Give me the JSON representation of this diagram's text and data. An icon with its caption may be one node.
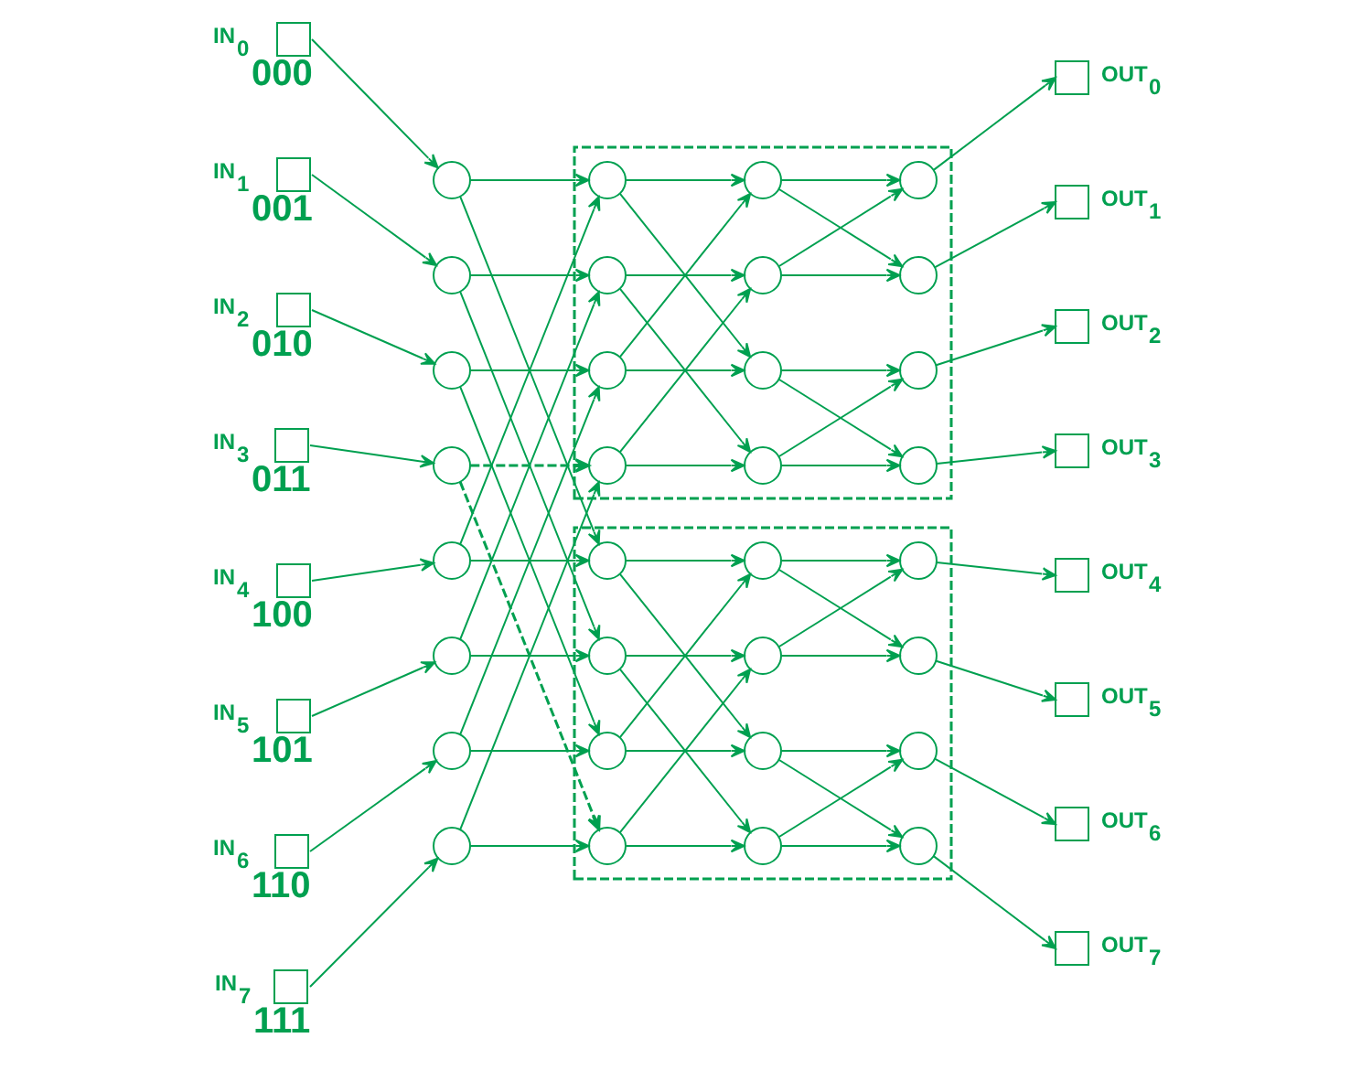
{
  "diagram": {
    "nodes": [
      {
        "text": [],
        "shape": "box",
        "beside": [
          "IN$_{0}$",
          "000"
        ]
      },
      {
        "text": [],
        "shape": "box",
        "beside": [
          "IN$_{1}$",
          "001"
        ]
      },
      {
        "text": [],
        "shape": "box",
        "beside": [
          "IN$_{2}$",
          "010"
        ]
      },
      {
        "text": [],
        "shape": "box",
        "beside": [
          "IN$_{3}$",
          "011"
        ]
      },
      {
        "text": [],
        "shape": "box",
        "beside": [
          "IN$_{4}$",
          "100"
        ]
      },
      {
        "text": [],
        "shape": "box",
        "beside": [
          "IN$_{5}$",
          "101"
        ]
      },
      {
        "text": [],
        "shape": "box",
        "beside": [
          "IN$_{6}$",
          "110"
        ]
      },
      {
        "text": [],
        "shape": "box",
        "beside": [
          "IN$_{7}$",
          "111"
        ]
      },
      {
        "text": [],
        "shape": "circle"
      },
      {
        "text": [],
        "shape": "circle"
      },
      {
        "text": [],
        "shape": "circle"
      },
      {
        "text": [],
        "shape": "circle"
      },
      {
        "text": [],
        "shape": "circle"
      },
      {
        "text": [],
        "shape": "circle"
      },
      {
        "text": [],
        "shape": "circle"
      },
      {
        "text": [],
        "shape": "circle"
      },
      {
        "text": [],
        "shape": "box"
      },
      {
        "text": [],
        "shape": "box"
      },
      {
        "text": [],
        "shape": "circle",
        "in": 16
      },
      {
        "text": [],
        "shape": "circle",
        "in": 16
      },
      {
        "text": [],
        "shape": "circle",
        "in": 16
      },
      {
        "text": [],
        "shape": "circle",
        "in": 16
      },
      {
        "text": [],
        "shape": "circle",
        "in": 17
      },
      {
        "text": [],
        "shape": "circle",
        "in": 17
      },
      {
        "text": [],
        "shape": "circle",
        "in": 17
      },
      {
        "text": [],
        "shape": "circle",
        "in": 17
      },
      {
        "text": [],
        "shape": "circle",
        "in": 16
      },
      {
        "text": [],
        "shape": "circle",
        "in": 16
      },
      {
        "text": [],
        "shape": "circle",
        "in": 16
      },
      {
        "text": [],
        "shape": "circle",
        "in": 16
      },
      {
        "text": [],
        "shape": "circle",
        "in": 17
      },
      {
        "text": [],
        "shape": "circle",
        "in": 17
      },
      {
        "text": [],
        "shape": "circle",
        "in": 17
      },
      {
        "text": [],
        "shape": "circle",
        "in": 17
      },
      {
        "text": [],
        "shape": "circle",
        "in": 16
      },
      {
        "text": [],
        "shape": "circle",
        "in": 16
      },
      {
        "text": [],
        "shape": "circle",
        "in": 16
      },
      {
        "text": [],
        "shape": "circle",
        "in": 16
      },
      {
        "text": [],
        "shape": "circle",
        "in": 17
      },
      {
        "text": [],
        "shape": "circle",
        "in": 17
      },
      {
        "text": [],
        "shape": "circle",
        "in": 17
      },
      {
        "text": [],
        "shape": "circle",
        "in": 17
      },
      {
        "text": [],
        "shape": "box",
        "beside": [
          "OUT$_{0}$"
        ]
      },
      {
        "text": [],
        "shape": "box",
        "beside": [
          "OUT$_{1}$"
        ]
      },
      {
        "text": [],
        "shape": "box",
        "beside": [
          "OUT$_{2}$"
        ]
      },
      {
        "text": [],
        "shape": "box",
        "beside": [
          "OUT$_{3}$"
        ]
      },
      {
        "text": [],
        "shape": "box",
        "beside": [
          "OUT$_{4}$"
        ]
      },
      {
        "text": [],
        "shape": "box",
        "beside": [
          "OUT$_{5}$"
        ]
      },
      {
        "text": [],
        "shape": "box",
        "beside": [
          "OUT$_{6}$"
        ]
      },
      {
        "text": [],
        "shape": "box",
        "beside": [
          "OUT$_{7}$"
        ]
      }
    ],
    "edges": [
      {
        "from": 0,
        "to": 8,
        "arrow": "to"
      },
      {
        "from": 1,
        "to": 9,
        "arrow": "to"
      },
      {
        "from": 2,
        "to": 10,
        "arrow": "to"
      },
      {
        "from": 3,
        "to": 11,
        "arrow": "to"
      },
      {
        "from": 4,
        "to": 12,
        "arrow": "to"
      },
      {
        "from": 5,
        "to": 13,
        "arrow": "to"
      },
      {
        "from": 6,
        "to": 14,
        "arrow": "to"
      },
      {
        "from": 7,
        "to": 15,
        "arrow": "to"
      },
      {
        "from": 8,
        "to": 18,
        "arrow": "to"
      },
      {
        "from": 8,
        "to": 22,
        "arrow": "to"
      },
      {
        "from": 9,
        "to": 19,
        "arrow": "to"
      },
      {
        "from": 9,
        "to": 23,
        "arrow": "to"
      },
      {
        "from": 10,
        "to": 20,
        "arrow": "to"
      },
      {
        "from": 10,
        "to": 24,
        "arrow": "to"
      },
      {
        "from": 11,
        "to": 21,
        "arrow": "to",
        "style": "dashed"
      },
      {
        "from": 11,
        "to": 25,
        "arrow": "to",
        "style": "dashed"
      },
      {
        "from": 12,
        "to": 22,
        "arrow": "to"
      },
      {
        "from": 12,
        "to": 18,
        "arrow": "to"
      },
      {
        "from": 13,
        "to": 23,
        "arrow": "to"
      },
      {
        "from": 13,
        "to": 19,
        "arrow": "to"
      },
      {
        "from": 14,
        "to": 24,
        "arrow": "to"
      },
      {
        "from": 14,
        "to": 20,
        "arrow": "to"
      },
      {
        "from": 15,
        "to": 25,
        "arrow": "to"
      },
      {
        "from": 15,
        "to": 21,
        "arrow": "to"
      },
      {
        "from": 18,
        "to": 26,
        "arrow": "to"
      },
      {
        "from": 18,
        "to": 28,
        "arrow": "to"
      },
      {
        "from": 19,
        "to": 27,
        "arrow": "to"
      },
      {
        "from": 19,
        "to": 29,
        "arrow": "to"
      },
      {
        "from": 20,
        "to": 28,
        "arrow": "to"
      },
      {
        "from": 20,
        "to": 26,
        "arrow": "to"
      },
      {
        "from": 21,
        "to": 29,
        "arrow": "to"
      },
      {
        "from": 21,
        "to": 27,
        "arrow": "to"
      },
      {
        "from": 22,
        "to": 30,
        "arrow": "to"
      },
      {
        "from": 22,
        "to": 32,
        "arrow": "to"
      },
      {
        "from": 23,
        "to": 31,
        "arrow": "to"
      },
      {
        "from": 23,
        "to": 33,
        "arrow": "to"
      },
      {
        "from": 24,
        "to": 32,
        "arrow": "to"
      },
      {
        "from": 24,
        "to": 30,
        "arrow": "to"
      },
      {
        "from": 25,
        "to": 33,
        "arrow": "to"
      },
      {
        "from": 25,
        "to": 31,
        "arrow": "to"
      },
      {
        "from": 26,
        "to": 34,
        "arrow": "to"
      },
      {
        "from": 26,
        "to": 35,
        "arrow": "to"
      },
      {
        "from": 27,
        "to": 35,
        "arrow": "to"
      },
      {
        "from": 27,
        "to": 34,
        "arrow": "to"
      },
      {
        "from": 28,
        "to": 36,
        "arrow": "to"
      },
      {
        "from": 28,
        "to": 37,
        "arrow": "to"
      },
      {
        "from": 29,
        "to": 37,
        "arrow": "to"
      },
      {
        "from": 29,
        "to": 36,
        "arrow": "to"
      },
      {
        "from": 30,
        "to": 38,
        "arrow": "to"
      },
      {
        "from": 30,
        "to": 39,
        "arrow": "to"
      },
      {
        "from": 31,
        "to": 39,
        "arrow": "to"
      },
      {
        "from": 31,
        "to": 38,
        "arrow": "to"
      },
      {
        "from": 32,
        "to": 40,
        "arrow": "to"
      },
      {
        "from": 32,
        "to": 41,
        "arrow": "to"
      },
      {
        "from": 33,
        "to": 41,
        "arrow": "to"
      },
      {
        "from": 33,
        "to": 40,
        "arrow": "to"
      },
      {
        "from": 34,
        "to": 42,
        "arrow": "to"
      },
      {
        "from": 35,
        "to": 43,
        "arrow": "to"
      },
      {
        "from": 36,
        "to": 44,
        "arrow": "to"
      },
      {
        "from": 37,
        "to": 45,
        "arrow": "to"
      },
      {
        "from": 38,
        "to": 46,
        "arrow": "to"
      },
      {
        "from": 39,
        "to": 47,
        "arrow": "to"
      },
      {
        "from": 40,
        "to": 48,
        "arrow": "to"
      },
      {
        "from": 41,
        "to": 49,
        "arrow": "to"
      }
    ]
  }
}
